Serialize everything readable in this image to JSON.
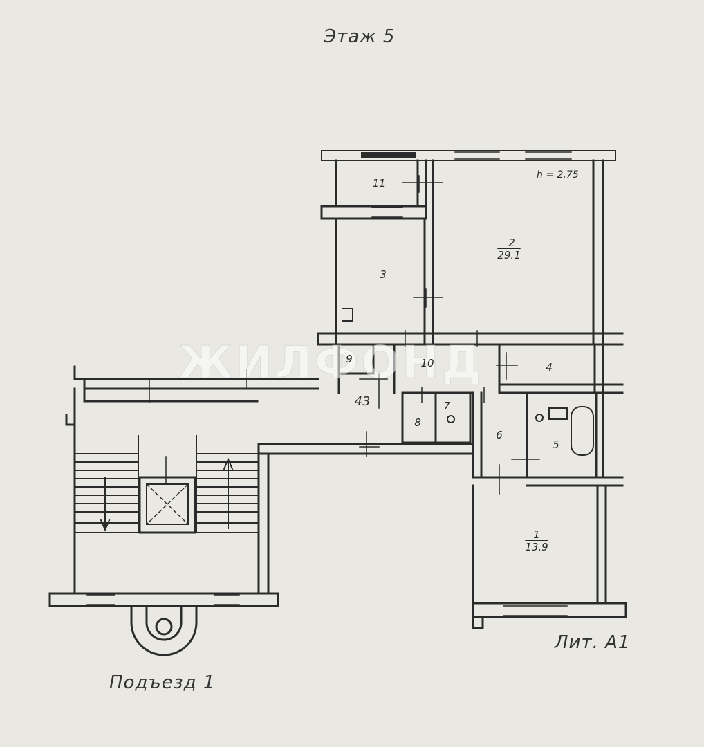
{
  "floor_title": "Этаж 5",
  "ceiling_height": "h = 2.75",
  "entrance_label": "Подъезд 1",
  "lit_label": "Лит. А1",
  "watermark": "ЖИЛФОНД",
  "rooms": [
    {
      "number": "11",
      "area": ""
    },
    {
      "number": "2",
      "area": "29.1"
    },
    {
      "number": "3",
      "area": ""
    },
    {
      "number": "9",
      "area": ""
    },
    {
      "number": "10",
      "area": ""
    },
    {
      "number": "4",
      "area": ""
    },
    {
      "number": "7",
      "area": ""
    },
    {
      "number": "8",
      "area": ""
    },
    {
      "number": "6",
      "area": ""
    },
    {
      "number": "5",
      "area": ""
    },
    {
      "number": "1",
      "area": "13.9"
    }
  ],
  "corridor_area": "43",
  "colors": {
    "background": "#e9e8e3",
    "line": "#2b2b2b"
  }
}
